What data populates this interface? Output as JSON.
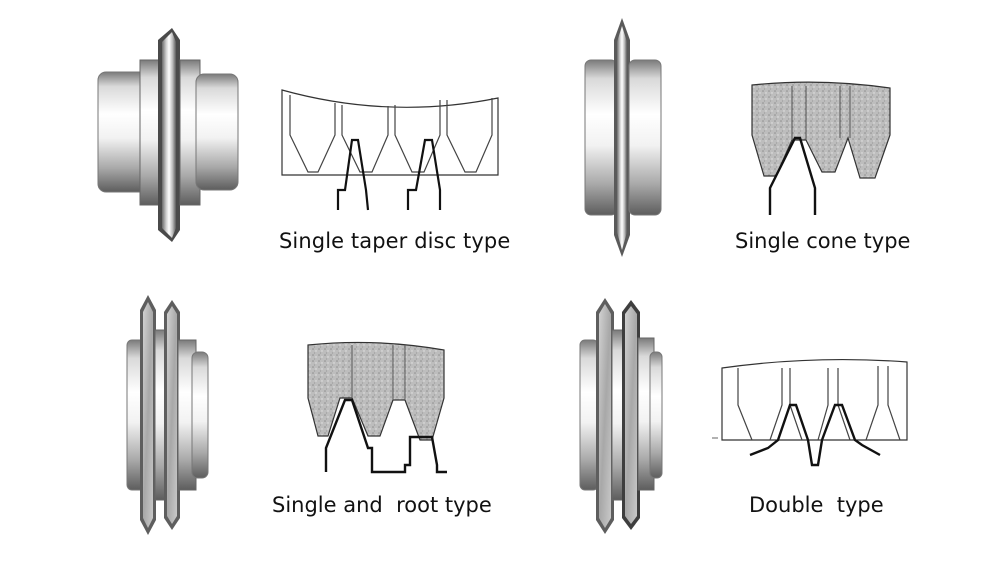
{
  "panels": [
    {
      "caption": "Single taper disc type"
    },
    {
      "caption": "Single cone type"
    },
    {
      "caption": "Single and  root type"
    },
    {
      "caption": "Double  type"
    }
  ],
  "colors": {
    "background": "#ffffff",
    "outline": "#111111",
    "metal_light": "#eeeeee",
    "metal_dark": "#6f6f6f",
    "abrasive": "#b8b8b8"
  },
  "icons": [
    "roller-wheel-icon",
    "tooth-profile-diagram"
  ]
}
